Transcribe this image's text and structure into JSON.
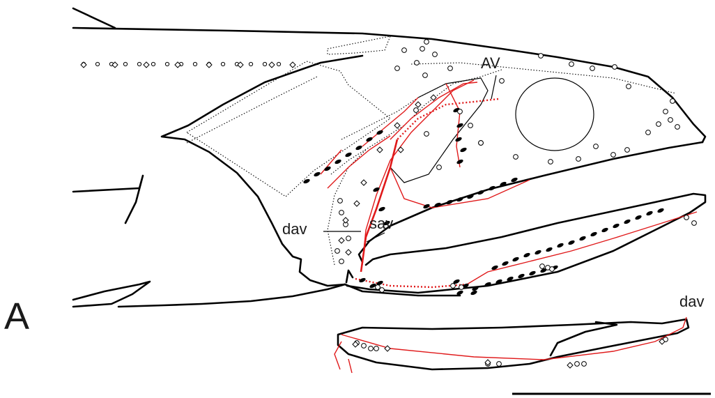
{
  "figure": {
    "panel_label": "A",
    "labels": {
      "av": "AV",
      "dav_upper": "dav",
      "sav": "sav",
      "dav_lower": "dav"
    },
    "colors": {
      "outline": "#000000",
      "canal": "#e0191a",
      "background": "#ffffff"
    }
  }
}
